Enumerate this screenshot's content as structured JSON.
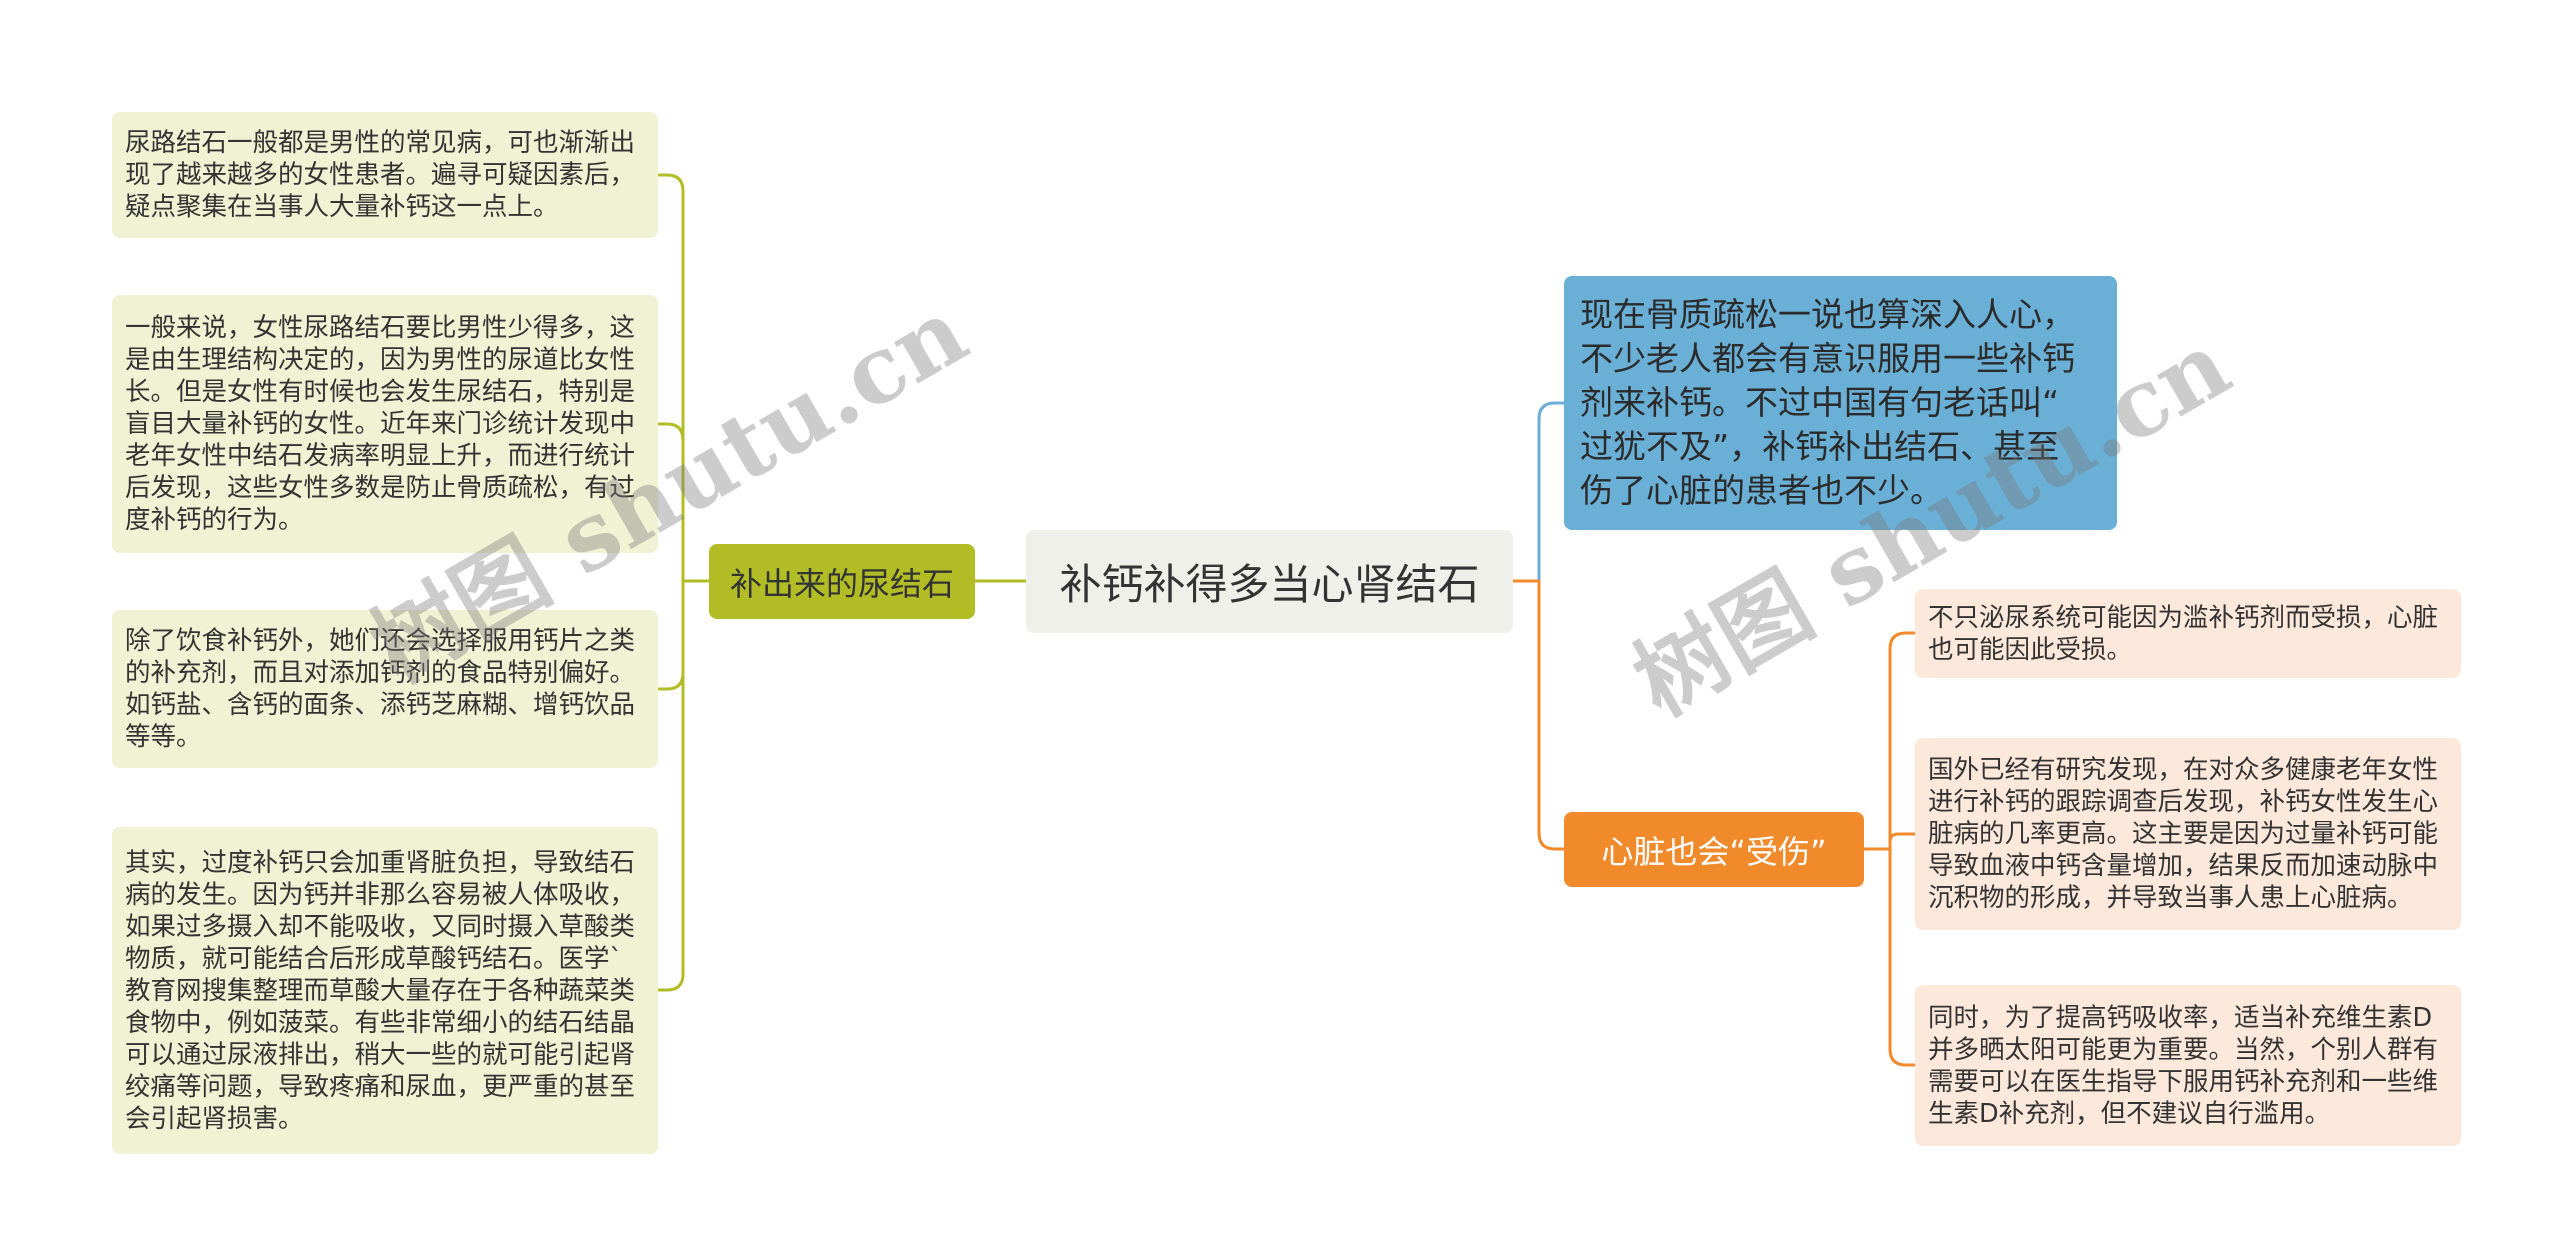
{
  "central_topic": {
    "label": "补钙补得多当心肾结石"
  },
  "left_branch": {
    "label": "补出来的尿结石",
    "leaves": [
      {
        "lines": [
          "尿路结石一般都是男性的常见病，可也渐渐出",
          "现了越来越多的女性患者。遍寻可疑因素后，",
          "疑点聚集在当事人大量补钙这一点上。"
        ]
      },
      {
        "lines": [
          "一般来说，女性尿路结石要比男性少得多，这",
          "是由生理结构决定的，因为男性的尿道比女性",
          "长。但是女性有时候也会发生尿结石，特别是",
          "盲目大量补钙的女性。近年来门诊统计发现中",
          "老年女性中结石发病率明显上升，而进行统计",
          "后发现，这些女性多数是防止骨质疏松，有过",
          "度补钙的行为。"
        ]
      },
      {
        "lines": [
          "除了饮食补钙外，她们还会选择服用钙片之类",
          "的补充剂，而且对添加钙剂的食品特别偏好。",
          "如钙盐、含钙的面条、添钙芝麻糊、增钙饮品",
          "等等。"
        ]
      },
      {
        "lines": [
          "其实，过度补钙只会加重肾脏负担，导致结石",
          "病的发生。因为钙并非那么容易被人体吸收，",
          "如果过多摄入却不能吸收，又同时摄入草酸类",
          "物质，就可能结合后形成草酸钙结石。医学`",
          "教育网搜集整理而草酸大量存在于各种蔬菜类",
          "食物中，例如菠菜。有些非常细小的结石结晶",
          "可以通过尿液排出，稍大一些的就可能引起肾",
          "绞痛等问题，导致疼痛和尿血，更严重的甚至",
          "会引起肾损害。"
        ]
      }
    ]
  },
  "right_branches": [
    {
      "lines": [
        "现在骨质疏松一说也算深入人心，",
        "不少老人都会有意识服用一些补钙",
        "剂来补钙。不过中国有句老话叫“",
        "过犹不及”，补钙补出结石、甚至",
        "伤了心脏的患者也不少。"
      ]
    },
    {
      "label": "心脏也会“受伤”",
      "leaves": [
        {
          "lines": [
            "不只泌尿系统可能因为滥补钙剂而受损，心脏",
            "也可能因此受损。"
          ]
        },
        {
          "lines": [
            "国外已经有研究发现，在对众多健康老年女性",
            "进行补钙的跟踪调查后发现，补钙女性发生心",
            "脏病的几率更高。这主要是因为过量补钙可能",
            "导致血液中钙含量增加，结果反而加速动脉中",
            "沉积物的形成，并导致当事人患上心脏病。"
          ]
        },
        {
          "lines": [
            "同时，为了提高钙吸收率，适当补充维生素D",
            "并多晒太阳可能更为重要。当然，个别人群有",
            "需要可以在医生指导下服用钙补充剂和一些维",
            "生素D补充剂，但不建议自行滥用。"
          ]
        }
      ]
    }
  ],
  "watermark": "树图 shutu.cn",
  "colors": {
    "central_bg": "#f0f0ea",
    "left_branch": "#b2bd26",
    "left_leaf_bg": "#eff3d3",
    "blue_topic": "#6aafd6",
    "orange_topic": "#f08a2b",
    "right_leaf_bg": "#fde8dc"
  }
}
